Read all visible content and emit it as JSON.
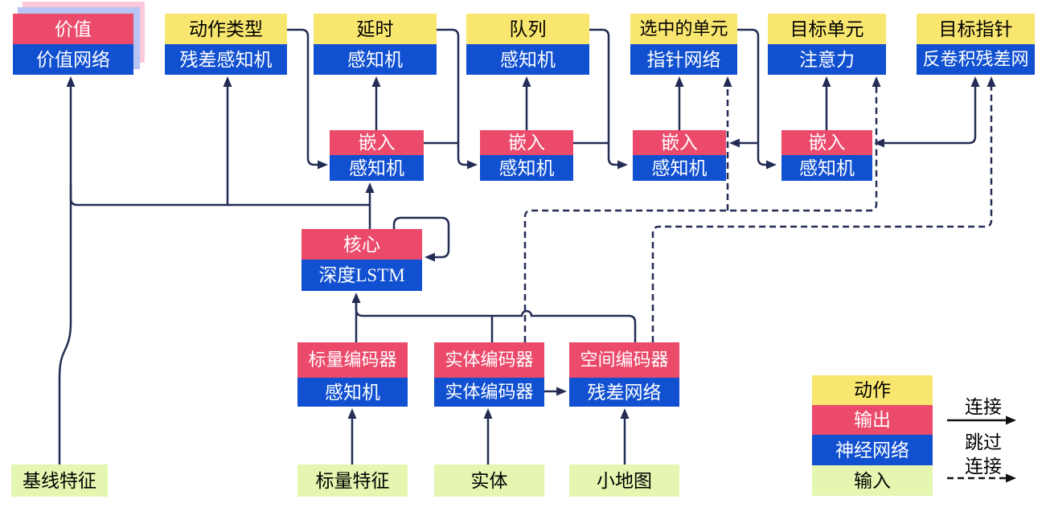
{
  "nodes": {
    "value": {
      "top": "价值",
      "bottom": "价值网络"
    },
    "action_type": {
      "top": "动作类型",
      "bottom": "残差感知机"
    },
    "delay": {
      "top": "延时",
      "bottom": "感知机"
    },
    "queue": {
      "top": "队列",
      "bottom": "感知机"
    },
    "selected_units": {
      "top": "选中的单元",
      "bottom": "指针网络"
    },
    "target_unit": {
      "top": "目标单元",
      "bottom": "注意力"
    },
    "target_point": {
      "top": "目标指针",
      "bottom": "反卷积残差网"
    },
    "embed": {
      "top": "嵌入",
      "bottom": "感知机"
    },
    "core": {
      "top": "核心",
      "bottom": "深度LSTM"
    },
    "scalar_encoder": {
      "top": "标量编码器",
      "bottom": "感知机"
    },
    "entity_encoder": {
      "top": "实体编码器",
      "bottom": "实体编码器"
    },
    "spatial_encoder": {
      "top": "空间编码器",
      "bottom": "残差网络"
    },
    "baseline_features": {
      "label": "基线特征"
    },
    "scalar_features": {
      "label": "标量特征"
    },
    "entities": {
      "label": "实体"
    },
    "minimap": {
      "label": "小地图"
    }
  },
  "legend": {
    "action": "动作",
    "output": "输出",
    "network": "神经网络",
    "input": "输入",
    "connection": "连接",
    "skip_line1": "跳过",
    "skip_line2": "连接"
  },
  "colors": {
    "action_yellow": "#F9E66F",
    "output_red": "#EB4A6B",
    "network_blue": "#1150D0",
    "input_green": "#E4F6B0",
    "connector_navy": "#232C54",
    "stack_shadow_pink": "#FACADA",
    "stack_shadow_periwinkle": "#B7C3F3"
  }
}
